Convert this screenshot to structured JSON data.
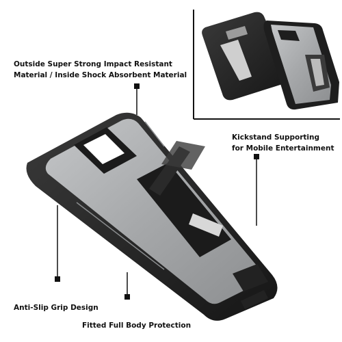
{
  "labels": {
    "impact_line1": "Outside Super Strong Impact Resistant",
    "impact_line2": "Material / Inside Shock Absorbent Material",
    "kickstand_line1": "Kickstand Supporting",
    "kickstand_line2": "for Mobile Entertainment",
    "grip": "Anti-Slip Grip Design",
    "fitted": "Fitted Full Body Protection"
  },
  "colors": {
    "shell_silver": "#a7a9ab",
    "bumper_black": "#1f1f1f",
    "background": "#ffffff",
    "text": "#111111"
  }
}
